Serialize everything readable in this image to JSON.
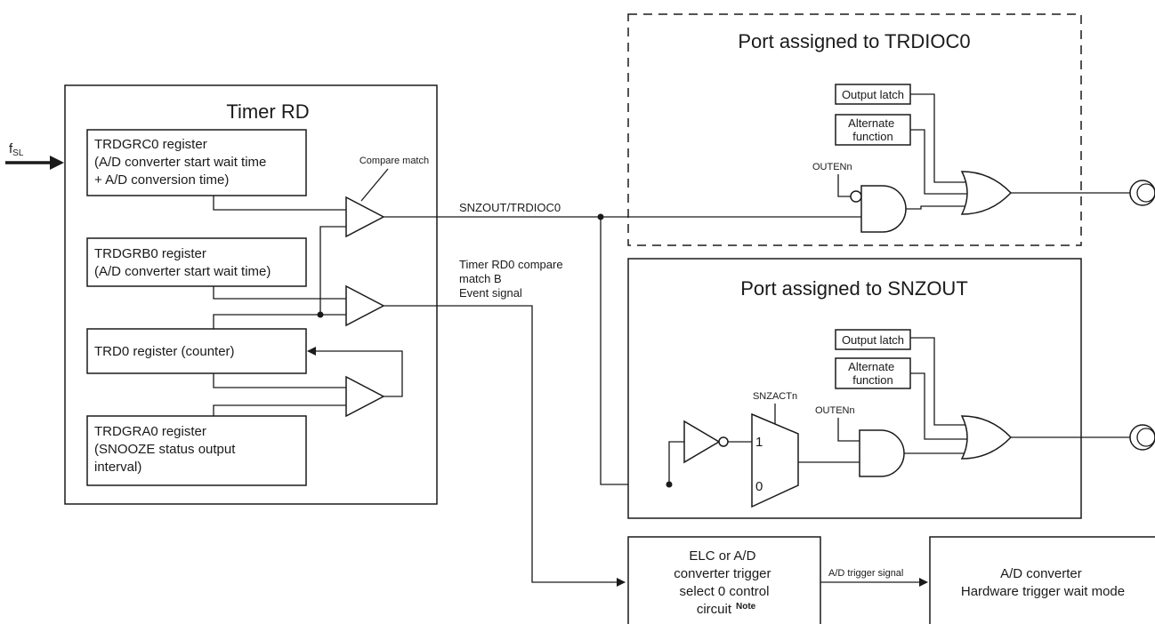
{
  "timer_block": {
    "title": "Timer RD",
    "input_label_main": "f",
    "input_label_sub": "SL",
    "trdgrc0": [
      "TRDGRC0 register",
      "(A/D converter start wait time",
      " + A/D conversion time)"
    ],
    "trdgrb0": [
      "TRDGRB0 register",
      "(A/D converter start wait time)"
    ],
    "trd0": "TRD0 register (counter)",
    "trdgra0": [
      "TRDGRA0 register",
      "(SNOOZE status output",
      "interval)"
    ],
    "compare_match_label": "Compare match"
  },
  "signals": {
    "snzout_trdioc0": "SNZOUT/TRDIOC0",
    "event_signal": [
      "Timer RD0 compare",
      "match B",
      "Event signal"
    ],
    "ad_trigger_signal": "A/D trigger signal"
  },
  "port_trdioc0": {
    "title": "Port assigned to TRDIOC0",
    "output_latch": "Output latch",
    "alternate_function": [
      "Alternate",
      "function"
    ],
    "outen": "OUTENn"
  },
  "port_snzout": {
    "title": "Port assigned to SNZOUT",
    "output_latch": "Output latch",
    "alternate_function": [
      "Alternate",
      "function"
    ],
    "outen": "OUTENn",
    "snzact": "SNZACTn",
    "mux_input_1": "1",
    "mux_input_0": "0"
  },
  "elc_block": {
    "lines": [
      "ELC or A/D",
      "converter trigger",
      "select 0 control"
    ],
    "last_line": "circuit",
    "note": "Note"
  },
  "adc_block": {
    "lines": [
      "A/D converter",
      "Hardware trigger wait mode"
    ]
  },
  "colors": {
    "line": "#1a1a1a",
    "background": "#ffffff"
  }
}
